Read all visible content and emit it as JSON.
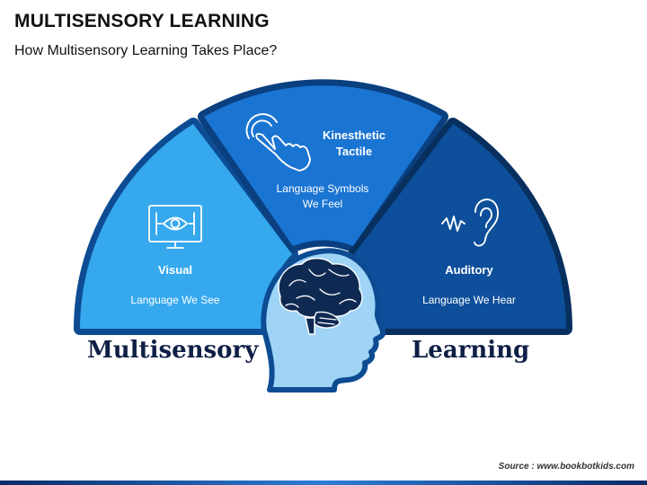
{
  "title": "MULTISENSORY LEARNING",
  "subtitle": "How Multisensory Learning Takes Place?",
  "segments": [
    {
      "title": "Visual",
      "description": "Language We See",
      "icon": "eye-monitor-icon",
      "color": "#35a8ee"
    },
    {
      "title_line1": "Kinesthetic",
      "title_line2": "Tactile",
      "description_line1": "Language Symbols",
      "description_line2": "We Feel",
      "icon": "touch-hand-icon",
      "color": "#1a74d2"
    },
    {
      "title": "Auditory",
      "description": "Language We Hear",
      "icon": "ear-sound-icon",
      "color": "#0e4f9b"
    }
  ],
  "center": {
    "icon": "head-brain-icon"
  },
  "bottom_words": {
    "left": "Multisensory",
    "right": "Learning"
  },
  "source": "Source : www.bookbotkids.com"
}
